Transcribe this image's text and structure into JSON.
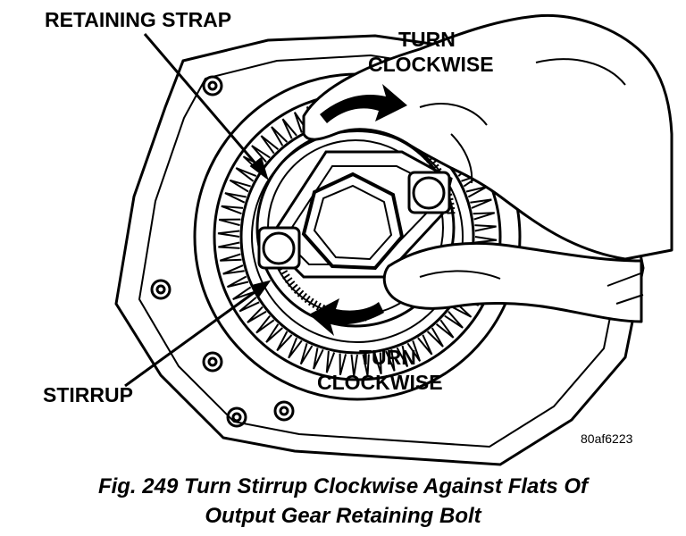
{
  "labels": {
    "retaining_strap": "RETAINING STRAP",
    "turn_top_line1": "TURN",
    "turn_top_line2": "CLOCKWISE",
    "turn_bottom_line1": "TURN",
    "turn_bottom_line2": "CLOCKWISE",
    "stirrup": "STIRRUP",
    "figure_id": "80af6223"
  },
  "caption": {
    "line1": "Fig. 249 Turn Stirrup Clockwise Against Flats Of",
    "line2": "Output Gear Retaining Bolt"
  }
}
